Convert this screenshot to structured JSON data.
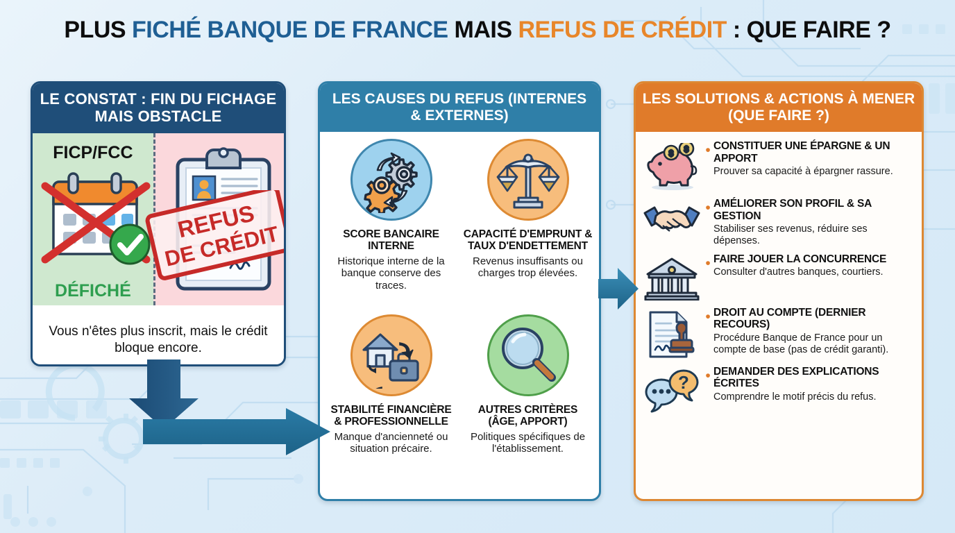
{
  "title": {
    "part1": "PLUS ",
    "part2": "FICHÉ BANQUE DE FRANCE",
    "part3": " MAIS ",
    "part4": "REFUS DE CRÉDIT",
    "part5": " : QUE FAIRE ?",
    "colors": {
      "dark": "#0d0d0d",
      "blue": "#1f5f94",
      "orange": "#e8862a"
    }
  },
  "panel_constat": {
    "header": "LE CONSTAT : FIN DU FICHAGE MAIS OBSTACLE",
    "header_color": "#1f4e79",
    "left": {
      "label": "FICP/FCC",
      "status": "DÉFICHÉ",
      "icon": "calendar-crossed-out-icon",
      "check": "green-check-icon",
      "bg": "#cfe8cf"
    },
    "right": {
      "stamp_line1": "REFUS",
      "stamp_line2": "DE CRÉDIT",
      "icon": "clipboard-document-icon",
      "bg": "#fbd8dc"
    },
    "footer": "Vous n'êtes plus inscrit, mais le crédit bloque encore."
  },
  "panel_causes": {
    "header": "LES CAUSES DU REFUS (INTERNES & EXTERNES)",
    "header_color": "#2f7fa8",
    "items": [
      {
        "icon": "gears-cycle-icon",
        "circle": "blue",
        "title": "SCORE BANCAIRE INTERNE",
        "desc": "Historique interne de la banque conserve des traces."
      },
      {
        "icon": "balance-scales-icon",
        "circle": "orange",
        "title": "CAPACITÉ D'EMPRUNT & TAUX D'ENDETTEMENT",
        "desc": "Revenus insuffisants ou charges trop élevées."
      },
      {
        "icon": "house-briefcase-icon",
        "circle": "orange",
        "title": "STABILITÉ FINANCIÈRE & PROFESSIONNELLE",
        "desc": "Manque d'ancienneté ou situation précaire."
      },
      {
        "icon": "magnifying-glass-icon",
        "circle": "green",
        "title": "AUTRES CRITÈRES (ÂGE, APPORT)",
        "desc": "Politiques spécifiques de l'établissement."
      }
    ]
  },
  "panel_solutions": {
    "header": "LES SOLUTIONS & ACTIONS À MENER (QUE FAIRE ?)",
    "header_color": "#e07b2a",
    "bullet_color": "#e07b2a",
    "items": [
      {
        "icon": "piggy-bank-icon",
        "title": "CONSTITUER UNE ÉPARGNE & UN APPORT",
        "desc": "Prouver sa capacité à épargner rassure."
      },
      {
        "icon": "handshake-icon",
        "title": "AMÉLIORER SON PROFIL & SA GESTION",
        "desc": "Stabiliser ses revenus, réduire ses dépenses."
      },
      {
        "icon": "bank-building-icon",
        "title": "FAIRE JOUER LA CONCURRENCE",
        "desc": "Consulter d'autres banques, courtiers."
      },
      {
        "icon": "document-stamp-icon",
        "title": "DROIT AU COMPTE (DERNIER RECOURS)",
        "desc": "Procédure Banque de France pour un compte de base (pas de crédit garanti)."
      },
      {
        "icon": "question-chat-bubbles-icon",
        "title": "DEMANDER DES EXPLICATIONS ÉCRITES",
        "desc": "Comprendre le motif précis du refus."
      }
    ]
  },
  "arrows": {
    "down_arrow": {
      "name": "arrow-down-from-constat",
      "color": "#1f4e79"
    },
    "right_arrow_1": {
      "name": "arrow-right-to-causes",
      "color": "#2f7fa8"
    },
    "right_arrow_2": {
      "name": "arrow-right-to-solutions",
      "color": "#2f7fa8"
    }
  },
  "background": {
    "style": "circuit-board-pattern",
    "color": "#bfdcf0"
  }
}
